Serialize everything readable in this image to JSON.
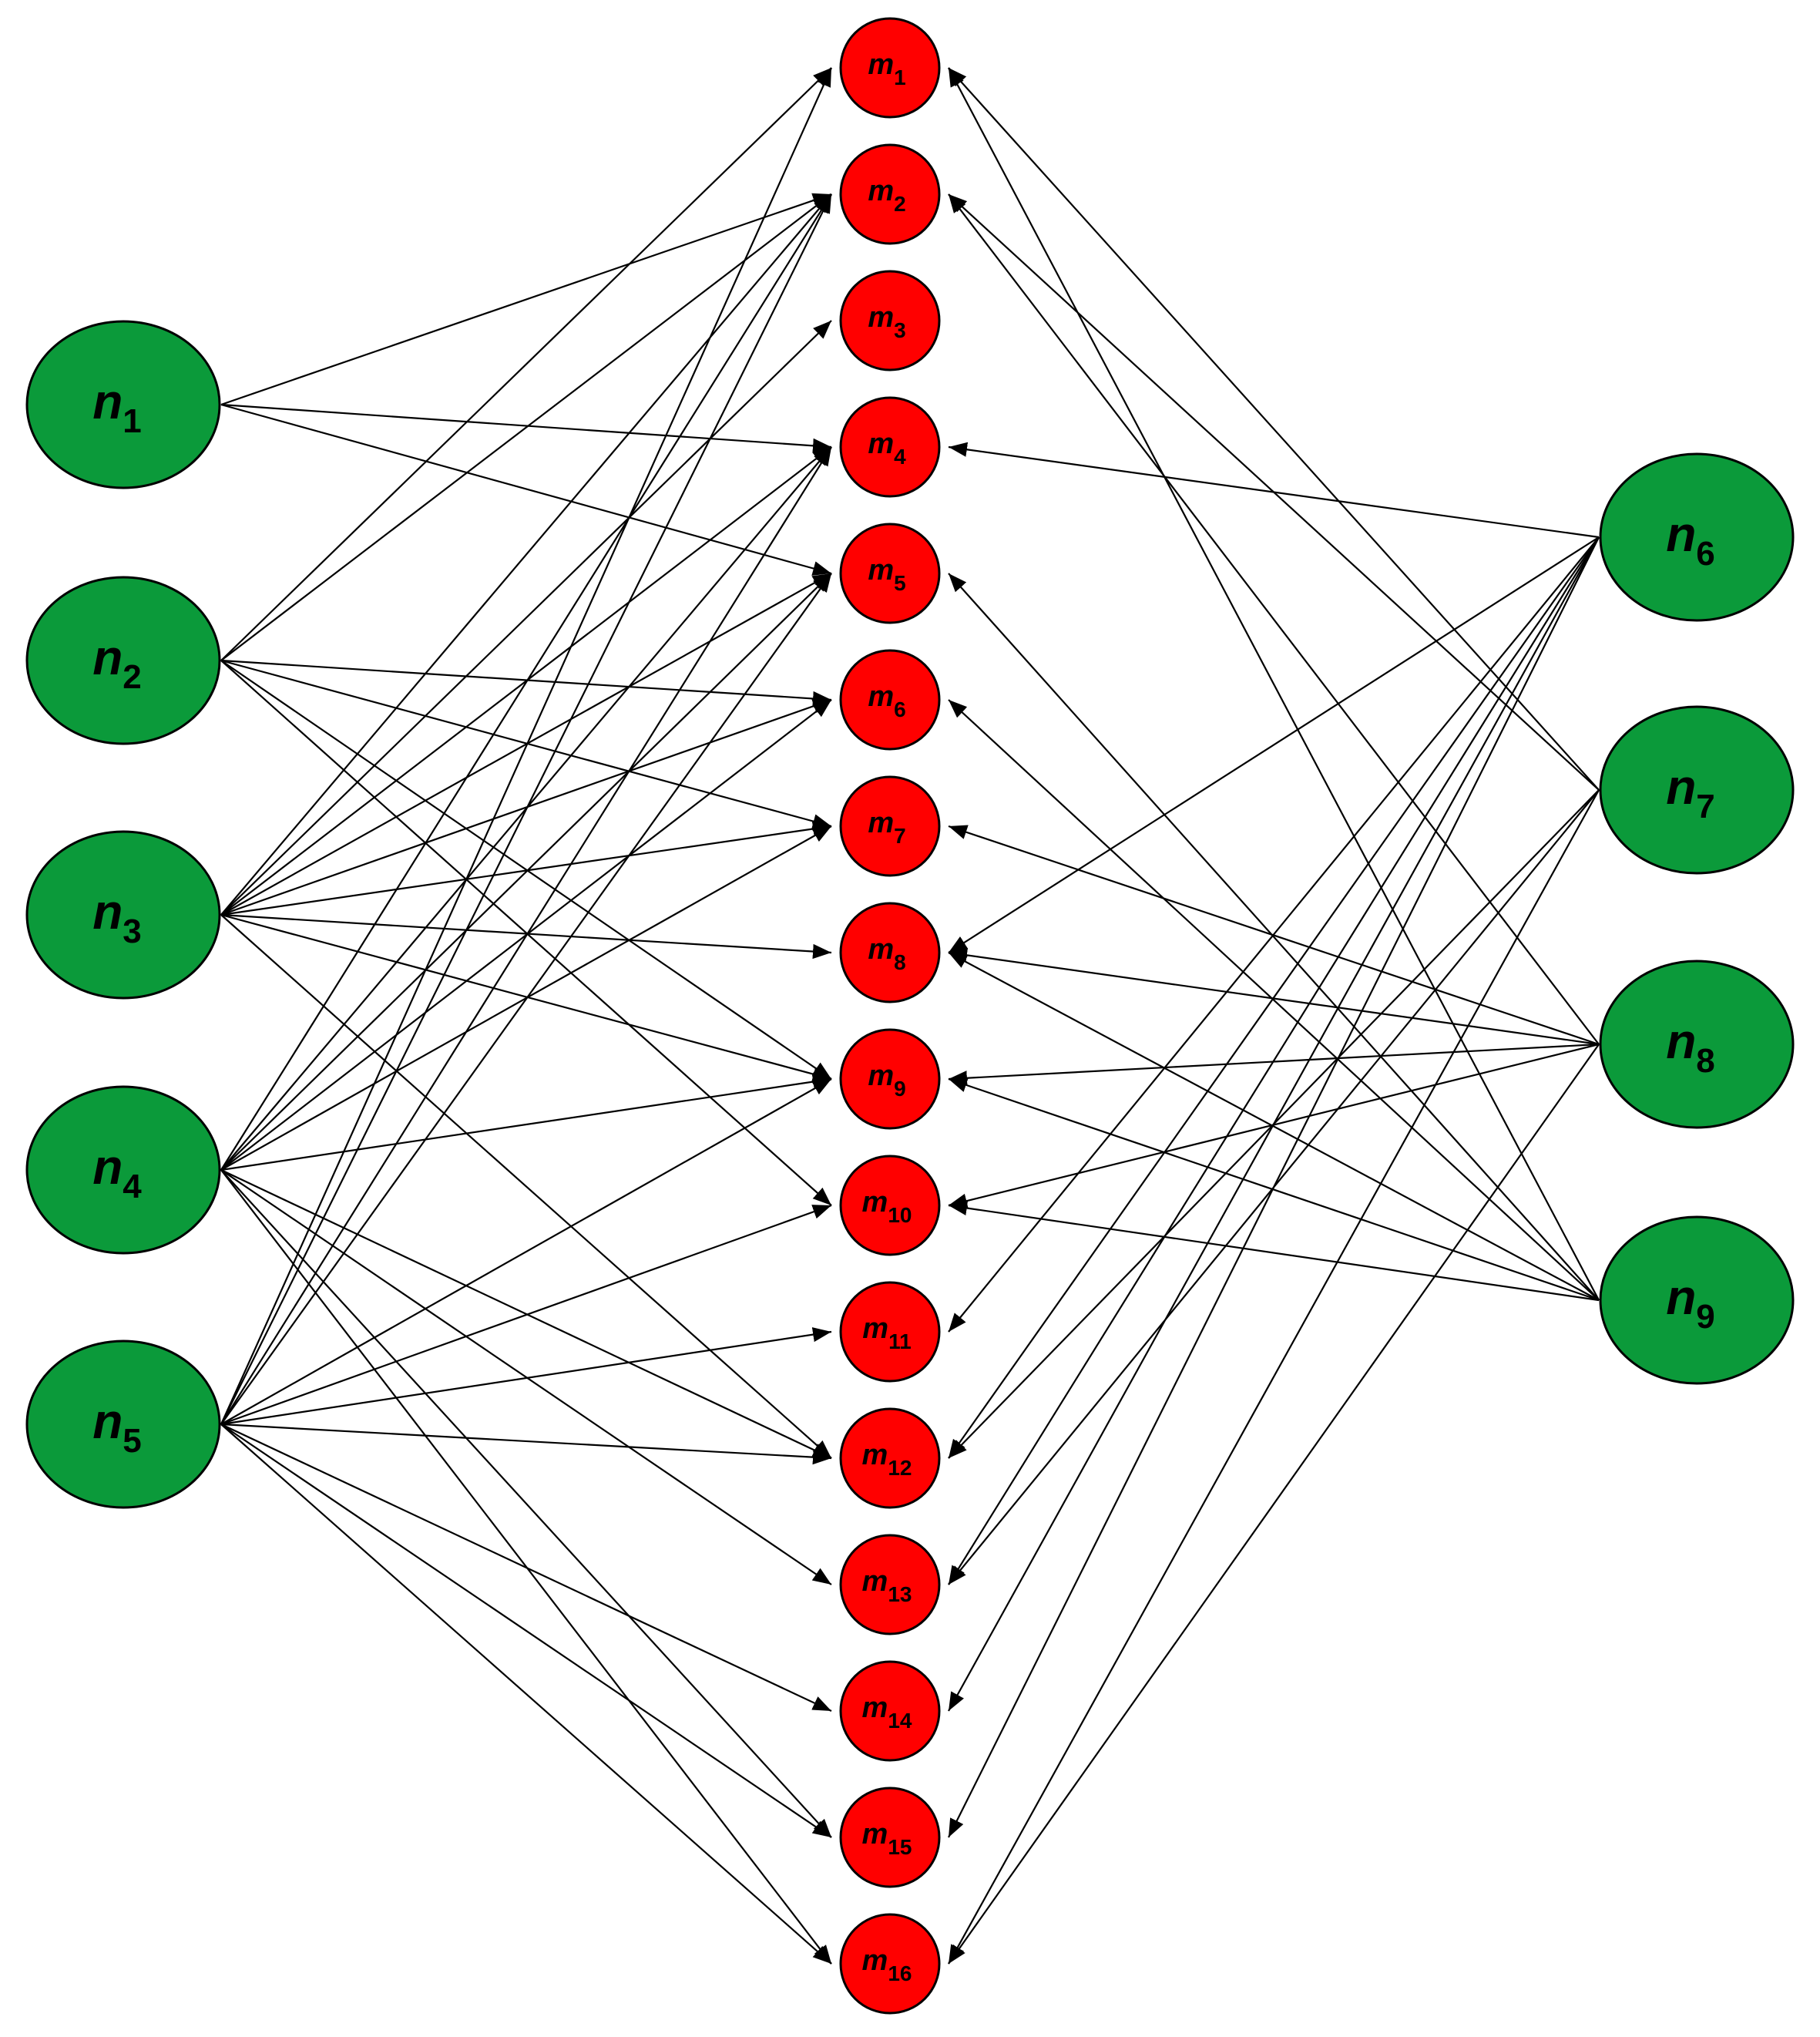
{
  "colors": {
    "source_node_fill": "#0b9a3a",
    "target_node_fill": "#ff0000",
    "node_stroke": "#000000",
    "edge_color": "#000000"
  },
  "source_nodes": [
    {
      "id": "n1",
      "base": "n",
      "sub": "1"
    },
    {
      "id": "n2",
      "base": "n",
      "sub": "2"
    },
    {
      "id": "n3",
      "base": "n",
      "sub": "3"
    },
    {
      "id": "n4",
      "base": "n",
      "sub": "4"
    },
    {
      "id": "n5",
      "base": "n",
      "sub": "5"
    },
    {
      "id": "n6",
      "base": "n",
      "sub": "6"
    },
    {
      "id": "n7",
      "base": "n",
      "sub": "7"
    },
    {
      "id": "n8",
      "base": "n",
      "sub": "8"
    },
    {
      "id": "n9",
      "base": "n",
      "sub": "9"
    }
  ],
  "target_nodes": [
    {
      "id": "m1",
      "base": "m",
      "sub": "1"
    },
    {
      "id": "m2",
      "base": "m",
      "sub": "2"
    },
    {
      "id": "m3",
      "base": "m",
      "sub": "3"
    },
    {
      "id": "m4",
      "base": "m",
      "sub": "4"
    },
    {
      "id": "m5",
      "base": "m",
      "sub": "5"
    },
    {
      "id": "m6",
      "base": "m",
      "sub": "6"
    },
    {
      "id": "m7",
      "base": "m",
      "sub": "7"
    },
    {
      "id": "m8",
      "base": "m",
      "sub": "8"
    },
    {
      "id": "m9",
      "base": "m",
      "sub": "9"
    },
    {
      "id": "m10",
      "base": "m",
      "sub": "10"
    },
    {
      "id": "m11",
      "base": "m",
      "sub": "11"
    },
    {
      "id": "m12",
      "base": "m",
      "sub": "12"
    },
    {
      "id": "m13",
      "base": "m",
      "sub": "13"
    },
    {
      "id": "m14",
      "base": "m",
      "sub": "14"
    },
    {
      "id": "m15",
      "base": "m",
      "sub": "15"
    },
    {
      "id": "m16",
      "base": "m",
      "sub": "16"
    }
  ],
  "edges": [
    {
      "from": "n1",
      "to": [
        "m2",
        "m4",
        "m5"
      ]
    },
    {
      "from": "n2",
      "to": [
        "m1",
        "m2",
        "m6",
        "m7",
        "m9",
        "m10"
      ]
    },
    {
      "from": "n3",
      "to": [
        "m2",
        "m3",
        "m4",
        "m5",
        "m6",
        "m7",
        "m8",
        "m9",
        "m12"
      ]
    },
    {
      "from": "n4",
      "to": [
        "m2",
        "m4",
        "m5",
        "m6",
        "m7",
        "m9",
        "m12",
        "m13",
        "m15",
        "m16"
      ]
    },
    {
      "from": "n5",
      "to": [
        "m1",
        "m2",
        "m4",
        "m5",
        "m9",
        "m10",
        "m11",
        "m12",
        "m14",
        "m15",
        "m16"
      ]
    },
    {
      "from": "n6",
      "to": [
        "m4",
        "m8",
        "m11",
        "m12",
        "m13",
        "m14",
        "m15"
      ]
    },
    {
      "from": "n7",
      "to": [
        "m1",
        "m2",
        "m12",
        "m13",
        "m16"
      ]
    },
    {
      "from": "n8",
      "to": [
        "m2",
        "m7",
        "m8",
        "m9",
        "m10",
        "m16"
      ]
    },
    {
      "from": "n9",
      "to": [
        "m1",
        "m5",
        "m6",
        "m8",
        "m9",
        "m10"
      ]
    }
  ]
}
